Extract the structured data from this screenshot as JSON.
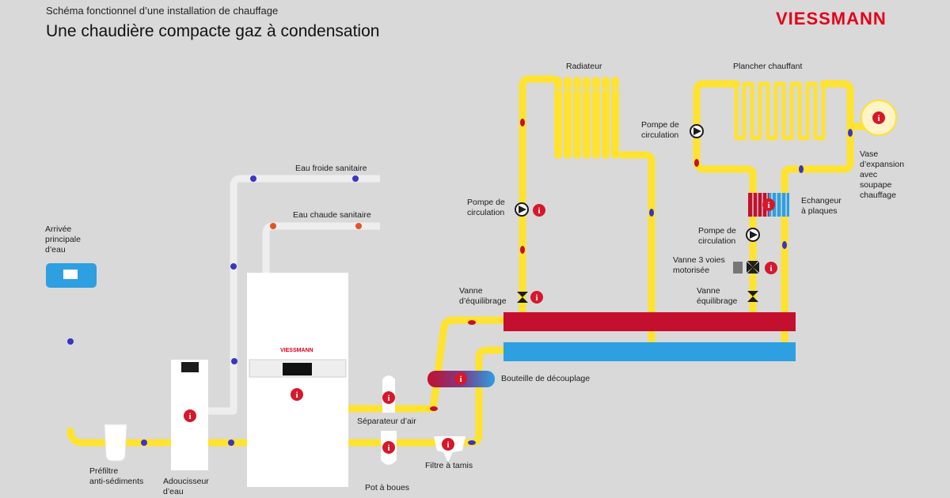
{
  "header": {
    "subtitle": "Schéma fonctionnel d’une installation de chauffage",
    "title": "Une chaudière compacte gaz à condensation",
    "logo": "VIESSMANN"
  },
  "boiler": {
    "logo": "VIESSMANN"
  },
  "labels": {
    "arrivee": "Arrivée\nprincipale\nd’eau",
    "prefiltre": "Préfiltre\nanti-sédiments",
    "adoucisseur": "Adoucisseur\nd’eau",
    "eau_froide": "Eau froide sanitaire",
    "eau_chaude": "Eau chaude sanitaire",
    "separateur": "Séparateur d’air",
    "pot_boues": "Pot à boues",
    "filtre": "Filtre à tamis",
    "bouteille": "Bouteille de découplage",
    "radiateur": "Radiateur",
    "plancher": "Plancher chauffant",
    "pompe1": "Pompe de\ncirculation",
    "pompe2": "Pompe de\ncirculation",
    "pompe3": "Pompe de\ncirculation",
    "vanne_eq1": "Vanne\nd’équilibrage",
    "vanne_eq2": "Vanne\néquilibrage",
    "vanne3": "Vanne 3 voies\nmotorisée",
    "echangeur": "Echangeur\nà plaques",
    "vase": "Vase\nd’expansion\navec\nsoupape\nchauffage"
  },
  "info_icon": "i",
  "colors": {
    "background": "#d9d9d9",
    "pipe": "#ffe32e",
    "sanitary_pipe": "#eeeeee",
    "hot_bar": "#c4102e",
    "cold_bar": "#2e9fe0",
    "info": "#d5182a",
    "cold_dot": "#3a35c4",
    "hot_dot": "#e05526",
    "brand": "#e2001a"
  }
}
